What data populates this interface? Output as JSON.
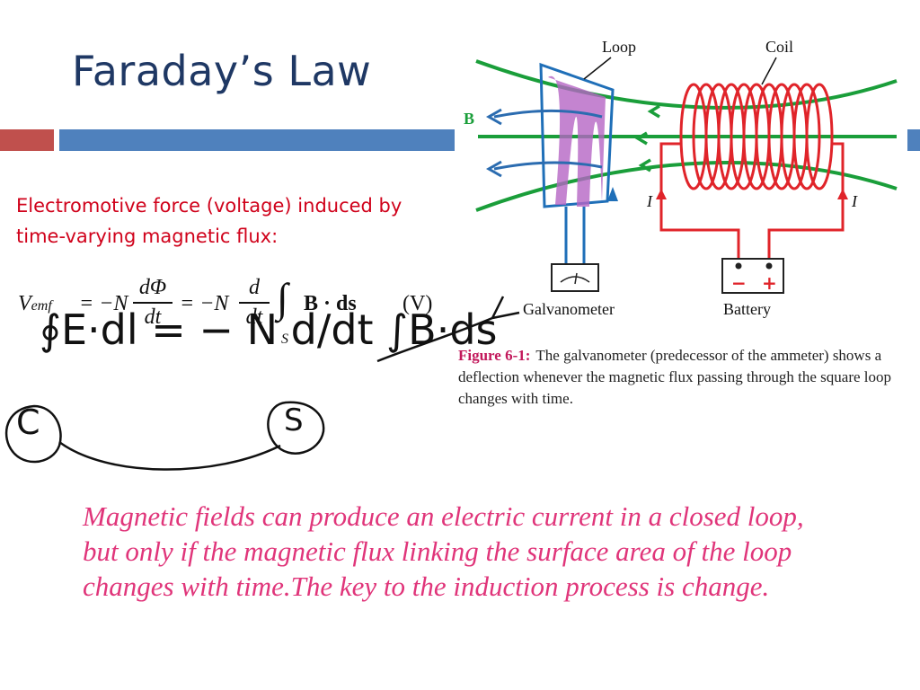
{
  "slide": {
    "title": "Faraday’s Law",
    "subtitle": "Electromotive force (voltage) induced by time-varying magnetic flux:",
    "colors": {
      "title": "#1f3864",
      "accent_red": "#c0504d",
      "accent_blue": "#4f81bd",
      "subtitle": "#d0021b",
      "statement": "#e0357a"
    }
  },
  "equation": {
    "lhs": "V",
    "lhs_sub": "emf",
    "eq1": "= −N",
    "frac1_num": "dΦ",
    "frac1_den": "dt",
    "eq2": "= −N",
    "frac2_num": "d",
    "frac2_den": "dt",
    "integral_limit": "S",
    "integrand": "B · ds",
    "unit": "(V)"
  },
  "handwriting": {
    "line": "∮E·dl = − N d/dt ∫B·ds",
    "contour_label": "C",
    "surface_label": "S"
  },
  "diagram": {
    "label_loop": "Loop",
    "label_coil": "Coil",
    "label_b": "B",
    "label_i_left": "I",
    "label_i_right": "I",
    "label_galvanometer": "Galvanometer",
    "label_battery": "Battery",
    "battery_minus": "−",
    "battery_plus": "+",
    "colors": {
      "field": "#1a9e3a",
      "coil": "#e0242a",
      "loop": "#b565c4",
      "wire": "#1f6fb8",
      "arrow_blue": "#2b6cb0"
    }
  },
  "caption": {
    "label": "Figure 6-1:",
    "text": "The galvanometer (predecessor of the ammeter) shows a deflection whenever the magnetic flux passing through the square loop changes with time."
  },
  "statement": {
    "text": "Magnetic fields can produce an electric current in a closed loop, but only if the magnetic flux linking the surface area of the loop changes with time.The key to the induction process is change."
  }
}
